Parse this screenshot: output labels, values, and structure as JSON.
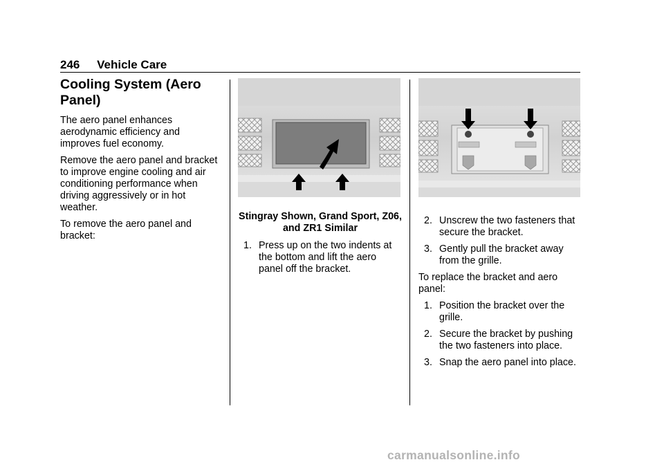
{
  "header": {
    "page_number": "246",
    "section": "Vehicle Care"
  },
  "col1": {
    "title": "Cooling System (Aero Panel)",
    "paragraphs": [
      "The aero panel enhances aerodynamic efficiency and improves fuel economy.",
      "Remove the aero panel and bracket to improve engine cooling and air conditioning performance when driving aggressively or in hot weather.",
      "To remove the aero panel and bracket:"
    ]
  },
  "col2": {
    "caption": "Stingray Shown, Grand Sport, Z06, and ZR1 Similar",
    "steps": [
      {
        "num": "1.",
        "text": "Press up on the two indents at the bottom and lift the aero panel off the bracket."
      }
    ]
  },
  "col3": {
    "steps_a": [
      {
        "num": "2.",
        "text": "Unscrew the two fasteners that secure the bracket."
      },
      {
        "num": "3.",
        "text": "Gently pull the bracket away from the grille."
      }
    ],
    "replace_intro": "To replace the bracket and aero panel:",
    "steps_b": [
      {
        "num": "1.",
        "text": "Position the bracket over the grille."
      },
      {
        "num": "2.",
        "text": "Secure the bracket by pushing the two fasteners into place."
      },
      {
        "num": "3.",
        "text": "Snap the aero panel into place."
      }
    ]
  },
  "watermark": "carmanualsonline.info"
}
